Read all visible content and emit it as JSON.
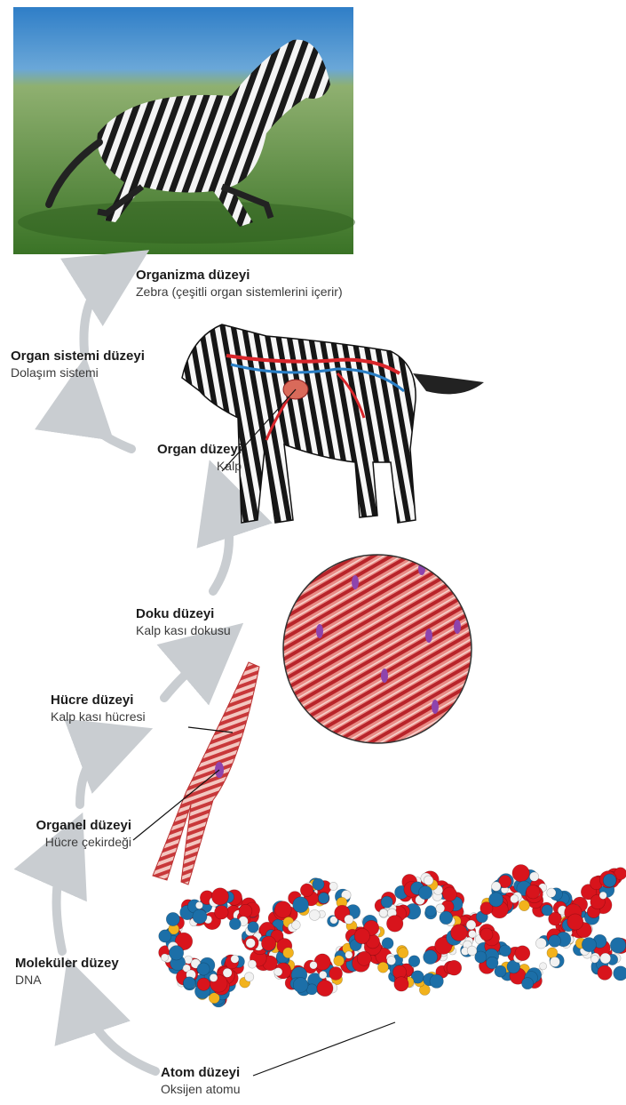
{
  "levels": {
    "organism": {
      "title": "Organizma düzeyi",
      "subtitle": "Zebra (çeşitli organ sistemlerini içerir)"
    },
    "organ_system": {
      "title": "Organ sistemi düzeyi",
      "subtitle": "Dolaşım sistemi"
    },
    "organ": {
      "title": "Organ düzeyi",
      "subtitle": "Kalp"
    },
    "tissue": {
      "title": "Doku düzeyi",
      "subtitle": "Kalp kası dokusu"
    },
    "cell": {
      "title": "Hücre düzeyi",
      "subtitle": "Kalp kası hücresi"
    },
    "organelle": {
      "title": "Organel düzeyi",
      "subtitle": "Hücre çekirdeği"
    },
    "molecule": {
      "title": "Moleküler düzey",
      "subtitle": "DNA"
    },
    "atom": {
      "title": "Atom düzeyi",
      "subtitle": "Oksijen atomu"
    }
  },
  "colors": {
    "arrow": "#c9cdd1",
    "muscle": "#c8383a",
    "muscle_light": "#f1c3bd",
    "nucleus": "#8e44ad",
    "oxygen": "#d8141c",
    "carbon": "#1c6fa8",
    "hydrogen": "#f2f2f2",
    "phosphorus": "#f2b21c",
    "artery": "#d9262b",
    "vein": "#2a7fc6",
    "grass": "#3f7a2b",
    "sky": "#3b86c9"
  }
}
